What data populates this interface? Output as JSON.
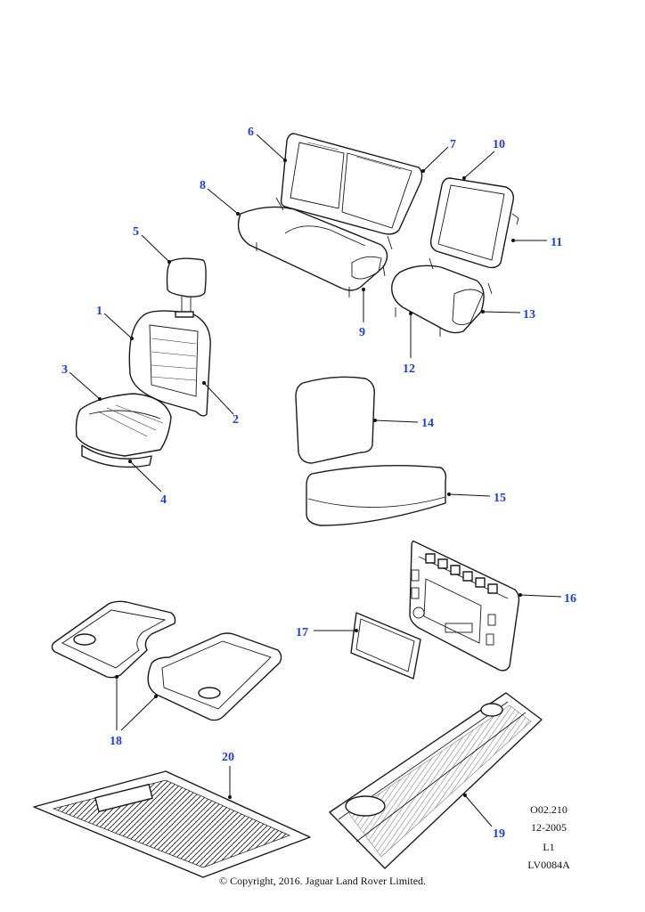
{
  "callouts": [
    "1",
    "2",
    "3",
    "4",
    "5",
    "6",
    "7",
    "8",
    "9",
    "10",
    "11",
    "12",
    "13",
    "14",
    "15",
    "16",
    "17",
    "18",
    "19",
    "20"
  ],
  "reference": {
    "code": "O02.210",
    "date": "12-2005",
    "level": "L1",
    "illustration": "LV0084A"
  },
  "copyright": "© Copyright, 2016. Jaguar Land Rover Limited.",
  "colors": {
    "callout": "#1f3fd6",
    "line": "#1a1a1a"
  }
}
